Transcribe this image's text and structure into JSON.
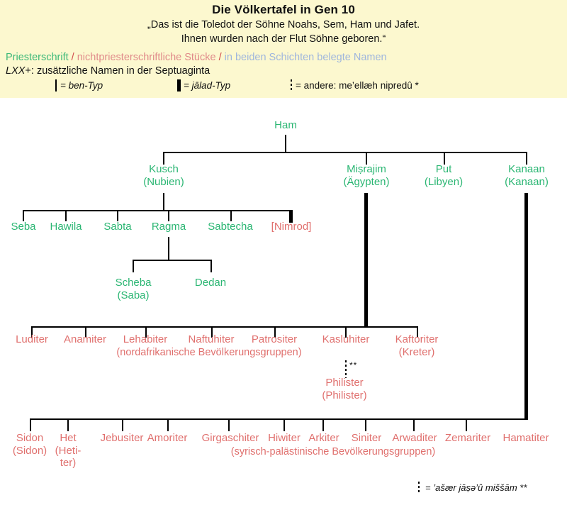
{
  "header": {
    "title": "Die Völkertafel in Gen 10",
    "subtitle_line1": "„Das ist die Toledot der Söhne Noahs, Sem, Ham und Jafet.",
    "subtitle_line2": "Ihnen wurden nach der Flut Söhne geboren.“",
    "legend_source_priestly": "Priesterschrift",
    "legend_sep1": "/",
    "legend_source_nonpriestly": "nichtpriesterschriftliche Stücke",
    "legend_sep2": "/",
    "legend_source_both": "in beiden Schichten belegte Namen",
    "legend_lxx_mark": "LXX",
    "legend_lxx_text": "+: zusätzliche Namen in der Septuaginta",
    "key_ben": "= ben-Typ",
    "key_jalad": "= jālad-Typ",
    "key_other": "= andere: me’ellæh nipredû *"
  },
  "colors": {
    "priestly_green": "#2bb673",
    "nonpriestly_red": "#e0706e",
    "both_blue": "#9fb6dd",
    "legend_band": "#fcf8cf",
    "line": "#000000"
  },
  "tree": {
    "root": {
      "name": "Ham"
    },
    "ham_children": [
      {
        "name": "Kusch",
        "gloss": "(Nubien)",
        "color": "green"
      },
      {
        "name": "Miṣrajim",
        "gloss": "(Ägypten)",
        "color": "green"
      },
      {
        "name": "Put",
        "gloss": "(Libyen)",
        "color": "green"
      },
      {
        "name": "Kanaan",
        "gloss": "(Kanaan)",
        "color": "green"
      }
    ],
    "kusch_children": [
      {
        "name": "Seba",
        "color": "green"
      },
      {
        "name": "Hawila",
        "color": "green"
      },
      {
        "name": "Sabta",
        "color": "green"
      },
      {
        "name": "Ragma",
        "color": "green"
      },
      {
        "name": "Sabtecha",
        "color": "green"
      },
      {
        "name": "[Nimrod]",
        "color": "red"
      }
    ],
    "ragma_children": [
      {
        "name": "Scheba",
        "gloss": "(Saba)",
        "color": "green"
      },
      {
        "name": "Dedan",
        "color": "green"
      }
    ],
    "misrajim_children": [
      {
        "name": "Luditer",
        "color": "red"
      },
      {
        "name": "Anamiter",
        "color": "red"
      },
      {
        "name": "Lehabiter",
        "color": "red"
      },
      {
        "name": "Naftuhiter",
        "color": "red"
      },
      {
        "name": "Patrositer",
        "color": "red"
      },
      {
        "name": "Kasluhiter",
        "color": "red"
      },
      {
        "name": "Kaftoriter",
        "gloss": "(Kreter)",
        "color": "red"
      }
    ],
    "misrajim_group_label": "(nordafrikanische Bevölkerungsgruppen)",
    "philister": {
      "name": "Philister",
      "gloss": "(Philister)",
      "color": "red",
      "marker": "**"
    },
    "kanaan_children": [
      {
        "name": "Sidon",
        "gloss": "(Sidon)",
        "color": "red"
      },
      {
        "name": "Het",
        "gloss": "(Heti-",
        "gloss2": "ter)",
        "color": "red"
      },
      {
        "name": "Jebusiter",
        "color": "red"
      },
      {
        "name": "Amoriter",
        "color": "red"
      },
      {
        "name": "Girgaschiter",
        "color": "red"
      },
      {
        "name": "Hiwiter",
        "color": "red"
      },
      {
        "name": "Arkiter",
        "color": "red"
      },
      {
        "name": "Siniter",
        "color": "red"
      },
      {
        "name": "Arwaditer",
        "color": "red"
      },
      {
        "name": "Zemariter",
        "color": "red"
      },
      {
        "name": "Hamatiter",
        "color": "red"
      }
    ],
    "kanaan_group_label": "(syrisch-palästinische Bevölkerungsgruppen)"
  },
  "footnote": "= ’ašær jāṣə’û miššām **"
}
